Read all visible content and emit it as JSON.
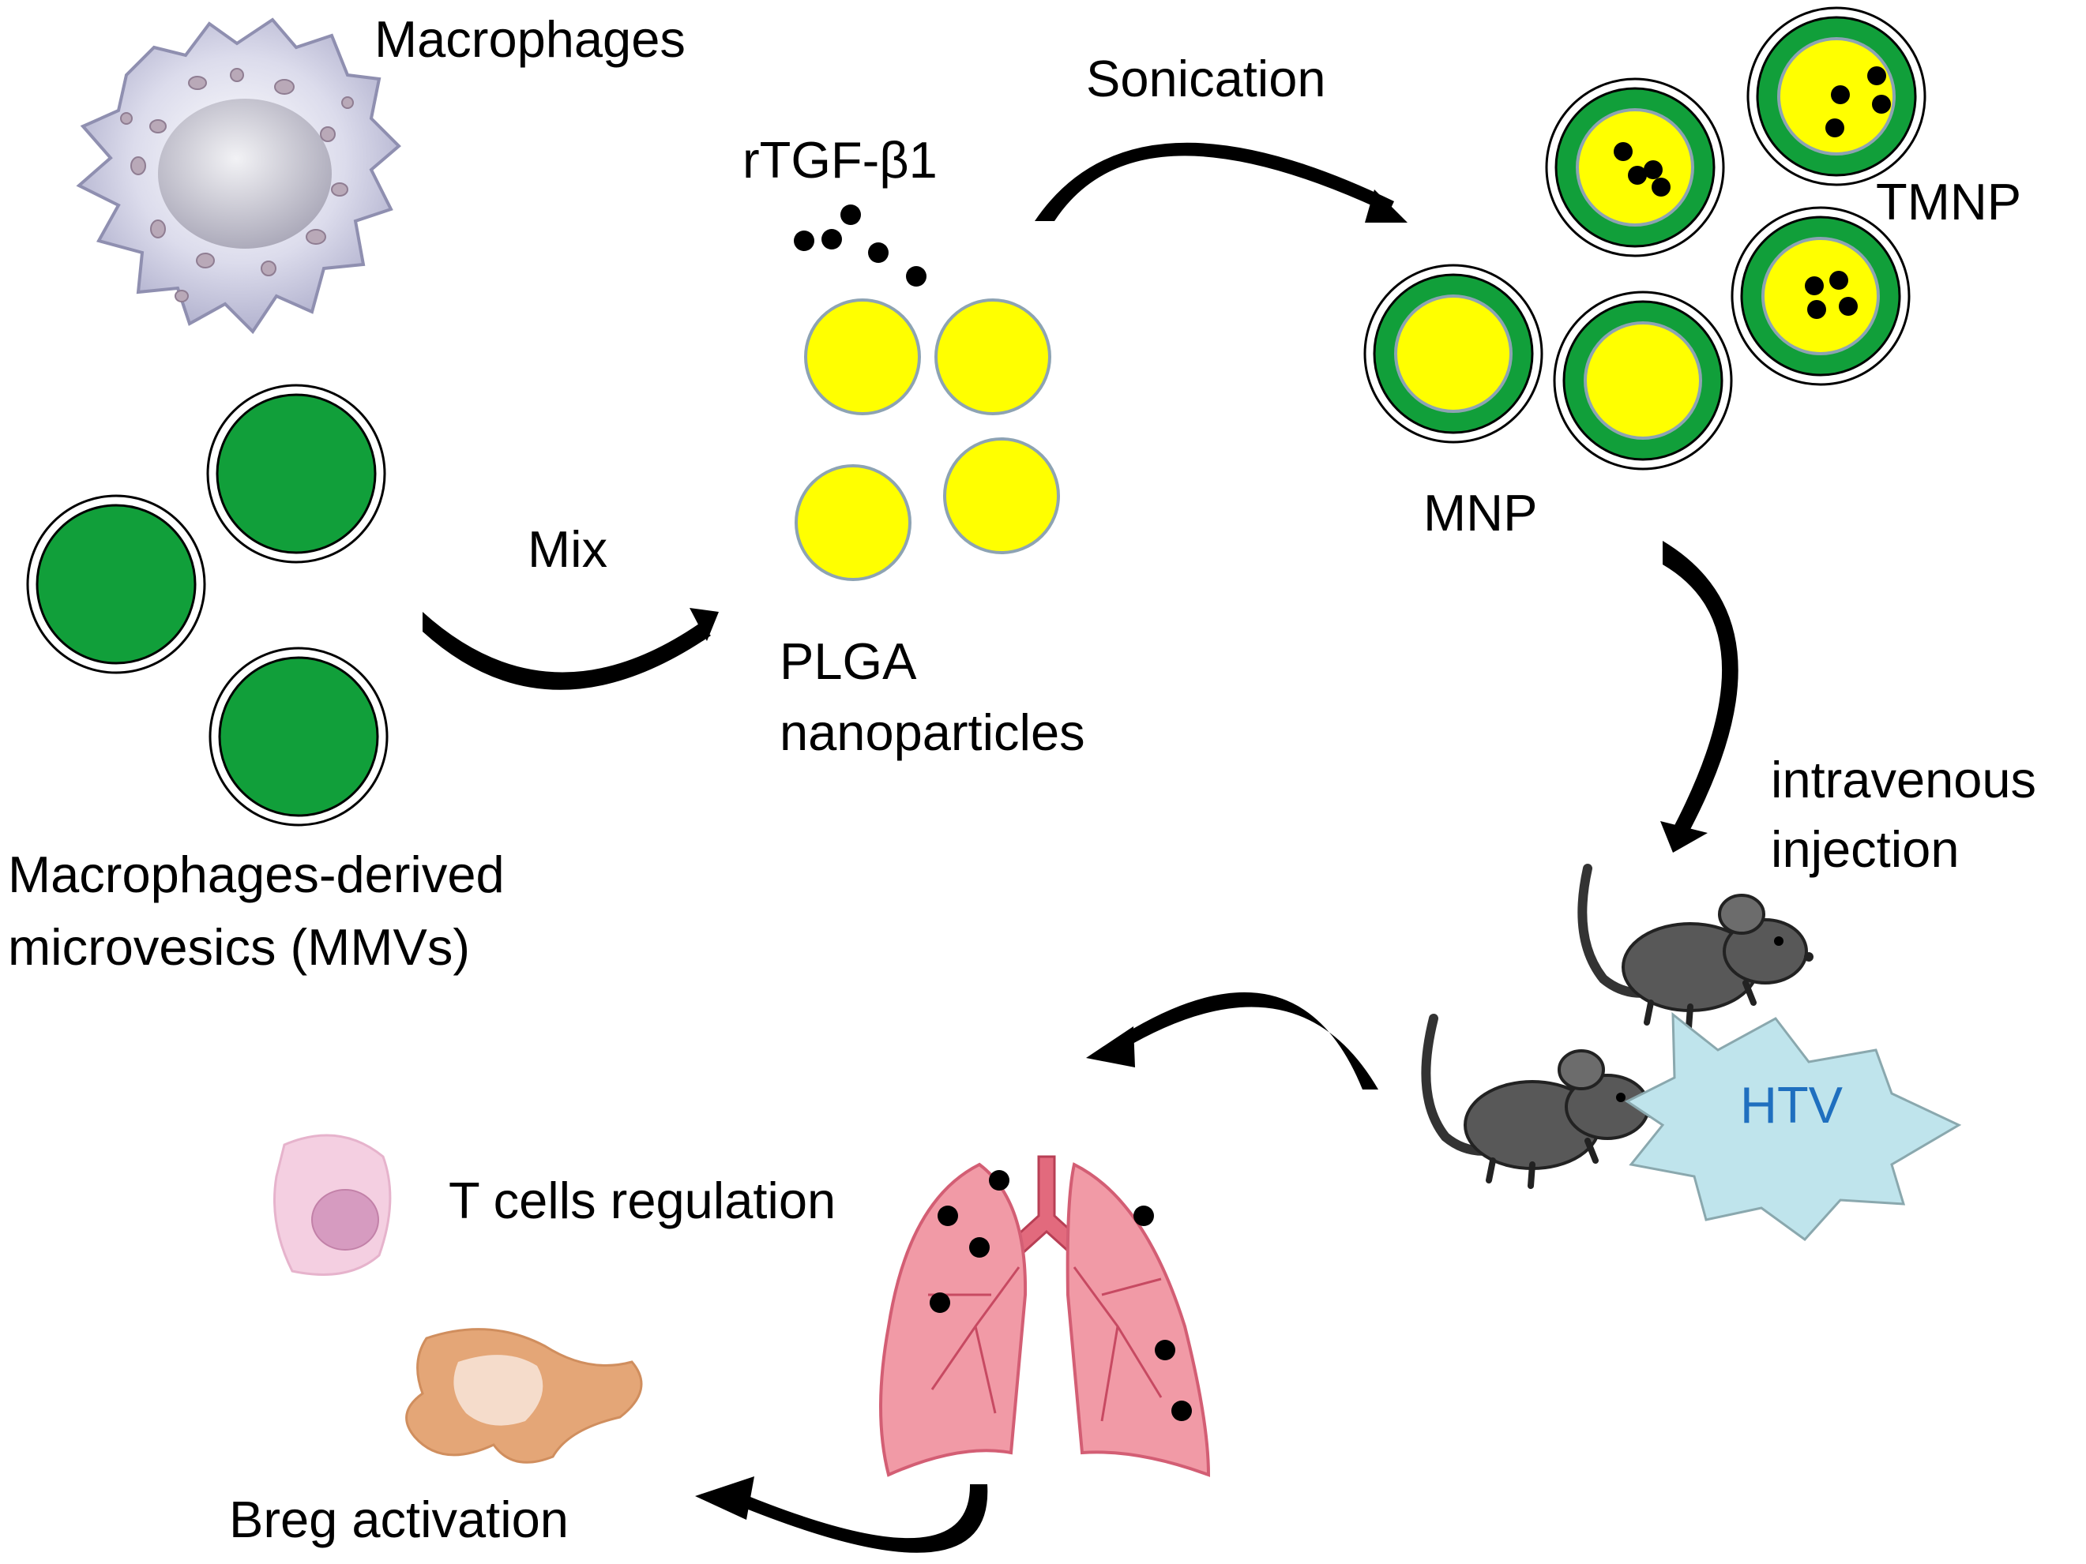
{
  "labels": {
    "macrophages": "Macrophages",
    "mmvs_line1": "Macrophages-derived",
    "mmvs_line2": "microvesics (MMVs)",
    "mix": "Mix",
    "rtgf": "rTGF-β1",
    "sonication": "Sonication",
    "plga_line1": "PLGA",
    "plga_line2": "nanoparticles",
    "mnp": "MNP",
    "tmnp": "TMNP",
    "injection_line1": "intravenous",
    "injection_line2": "injection",
    "htv": "HTV",
    "tcells": "T cells regulation",
    "breg": "Breg activation"
  },
  "colors": {
    "vesicle_green": "#119f3a",
    "plga_yellow": "#ffff00",
    "htv_fill": "#bfe4ec",
    "htv_text": "#1f6fbf",
    "arrow": "#000000",
    "lung": "#f19aa6",
    "tcell": "#f4cfe1",
    "breg": "#e4a677"
  },
  "icons": {
    "macrophage": "macrophage-cell-icon",
    "mouse": "mouse-icon",
    "lungs": "lungs-icon",
    "tcell": "t-cell-icon",
    "breg": "b-cell-icon",
    "htv_badge": "star-badge-icon"
  }
}
